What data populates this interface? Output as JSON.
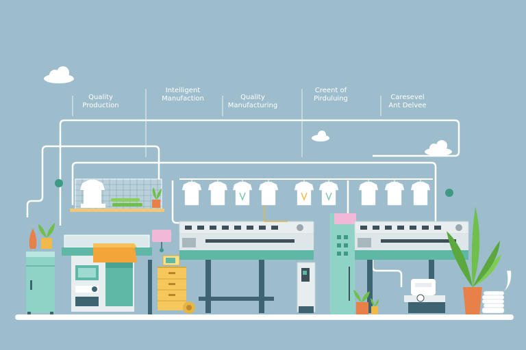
{
  "stage_labels": [
    {
      "line1": "Quality",
      "line2": "Production"
    },
    {
      "line1": "Intelligent",
      "line2": "Manufaction"
    },
    {
      "line1": "Quality",
      "line2": "Manufacturing"
    },
    {
      "line1": "Creent of",
      "line2": "Pirduluing"
    },
    {
      "line1": "Caresevel",
      "line2": "Ant Delvee"
    }
  ],
  "colors": {
    "background": "#9dbdcd",
    "pipe": "#ffffff",
    "machine_body": "#e8eef0",
    "teal": "#5fb8a6",
    "dark_frame": "#3d6470",
    "cabinet": "#8fd3c7",
    "drawer_yellow": "#f4c85c",
    "fabric_orange": "#f3a53a",
    "plant_green": "#6fbf4a",
    "pot_orange": "#e8804a"
  },
  "icons": [
    "cloud-icon",
    "tshirt-icon",
    "plant-icon",
    "sewing-machine-icon",
    "gear-icon"
  ]
}
